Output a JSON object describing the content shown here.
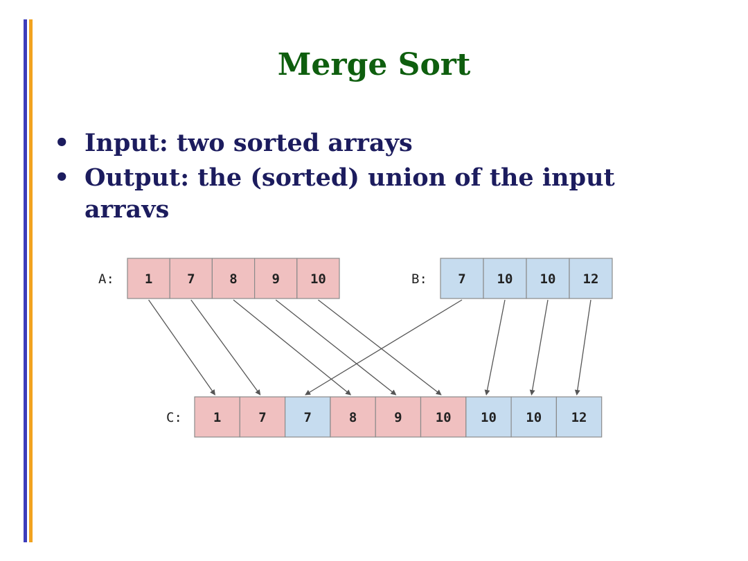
{
  "slide": {
    "title": "Merge Sort",
    "bullets": [
      "Input: two sorted arrays",
      "Output: the (sorted) union of the input arrays"
    ]
  },
  "arrays": {
    "A": {
      "label": "A:",
      "values": [
        "1",
        "7",
        "8",
        "9",
        "10"
      ]
    },
    "B": {
      "label": "B:",
      "values": [
        "7",
        "10",
        "10",
        "12"
      ]
    },
    "C": {
      "label": "C:",
      "values": [
        "1",
        "7",
        "7",
        "8",
        "9",
        "10",
        "10",
        "10",
        "12"
      ],
      "sources": [
        "A",
        "A",
        "B",
        "A",
        "A",
        "A",
        "B",
        "B",
        "B"
      ]
    }
  },
  "mapping": [
    {
      "from": "A",
      "index": 0,
      "to": 0
    },
    {
      "from": "A",
      "index": 1,
      "to": 1
    },
    {
      "from": "A",
      "index": 2,
      "to": 3
    },
    {
      "from": "A",
      "index": 3,
      "to": 4
    },
    {
      "from": "A",
      "index": 4,
      "to": 5
    },
    {
      "from": "B",
      "index": 0,
      "to": 2
    },
    {
      "from": "B",
      "index": 1,
      "to": 6
    },
    {
      "from": "B",
      "index": 2,
      "to": 7
    },
    {
      "from": "B",
      "index": 3,
      "to": 8
    }
  ],
  "colors": {
    "A": "#f0c0c0",
    "B": "#c6dcef",
    "border": "#8a8a8a",
    "arrow": "#555555"
  }
}
